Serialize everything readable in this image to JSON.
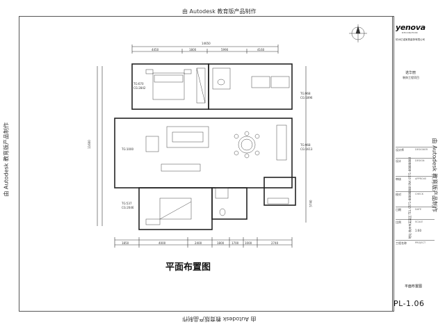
{
  "watermark": "由 Autodesk 教育版产品制作",
  "plan": {
    "title": "平面布置图",
    "rooms": [
      {
        "id": "master-bedroom",
        "label": "TG:670",
        "sub": "CG:2842"
      },
      {
        "id": "kitchen",
        "label": "TG:968",
        "sub": "CG:1896"
      },
      {
        "id": "living",
        "label": "TG:1000",
        "sub": ""
      },
      {
        "id": "dining",
        "label": "TG:968",
        "sub": "CG:1613"
      },
      {
        "id": "second-bedroom",
        "label": "TG:537",
        "sub": "CG:2046"
      }
    ],
    "top_dimension": "14650",
    "top_dims": [
      "4450",
      "1800",
      "5990",
      "4160"
    ],
    "bottom_dims": [
      "1850",
      "4000",
      "2400",
      "1800",
      "1700",
      "1000",
      "2740"
    ],
    "left_dim": "11600",
    "right_dim": "5740"
  },
  "title_block": {
    "brand": "yenova",
    "brand_sub": "DECORATION",
    "company": "杭州亿诺家具装饰有限公司",
    "project": "诺华丽",
    "project_sub": "装饰工程项目",
    "address": "地址:杭州市某某区 TEL 0571-88888888 FAX 0571-88888888",
    "rows": [
      {
        "label": "设计师",
        "value": "DESIGNER"
      },
      {
        "label": "设计",
        "value": "DESIGN"
      },
      {
        "label": "审核",
        "value": "APPROVE"
      },
      {
        "label": "校对",
        "value": "CHECK"
      },
      {
        "label": "日期",
        "value": "DATE"
      },
      {
        "label": "比例",
        "value": "SCALE"
      },
      {
        "label": "工程名称",
        "value": "PROJECT"
      }
    ],
    "scale": "1:60",
    "sheet_name": "平面布置图",
    "drawing_no": "PL-1.06"
  }
}
